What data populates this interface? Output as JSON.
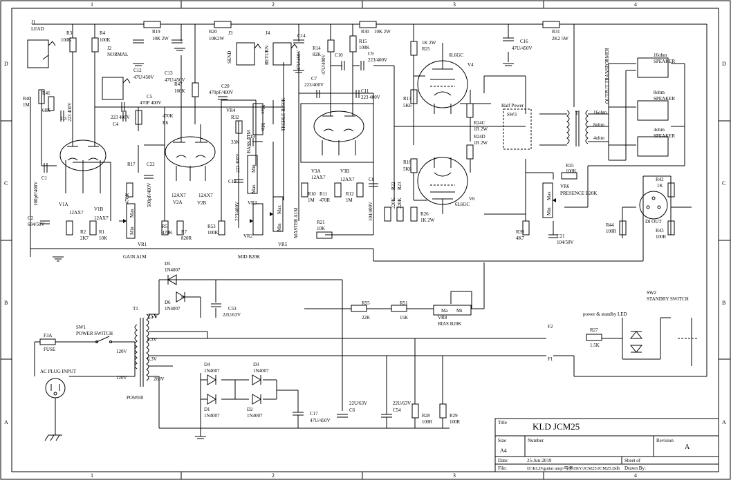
{
  "frame": {
    "columns": [
      "1",
      "2",
      "3",
      "4"
    ],
    "rows": [
      "D",
      "C",
      "B",
      "A"
    ]
  },
  "title_block": {
    "title_label": "Title",
    "title": "KLD JCM25",
    "size_label": "Size",
    "size": "A4",
    "number_label": "Number",
    "revision_label": "Revision",
    "revision": "A",
    "date_label": "Date:",
    "date": "25-Jun-2019",
    "sheet_label": "Sheet   of",
    "file_label": "File:",
    "file": "D:\\KLD\\guitar amp\\弓擦\\DIY\\JCM25\\JCM25.Ddb",
    "drawn_label": "Drawn By:"
  },
  "labels": {
    "j1": "J1",
    "j1b": "LEAD",
    "j2": "J2",
    "j2b": "NORMAL",
    "j3": "J3",
    "j3b": "SEND",
    "j4": "J4",
    "j4b": "RETURN",
    "r3": "R3",
    "r3v": "100K",
    "r4": "R4",
    "r4v": "100K",
    "r19": "R19",
    "r19v": "10K 2W",
    "r20": "R20",
    "r20v": "10K2W",
    "r30": "R30",
    "r30v": "10K 2W",
    "r31": "R31",
    "r31v": "2K2 5W",
    "r40": "R40",
    "r40v": "1M",
    "r41": "R41",
    "r41v": "68K",
    "r14": "R14",
    "r14v": "82K",
    "r15": "R15",
    "r15v": "100K",
    "r25": "R25",
    "r25v": "1K 2W",
    "c12": "C12",
    "c12v": "47U/450V",
    "c13": "C13",
    "c13v": "47U/450V",
    "c14": "C14",
    "c14v": "47U/450V",
    "c16": "C16",
    "c16v": "47U/450V",
    "c3": "C3",
    "c3v": "223 400V",
    "c5": "C5",
    "c5v": "470P 400V",
    "c4": "C4",
    "c4v": "223 400V",
    "r47": "R47",
    "r47v": "100K",
    "c20": "C20",
    "c20v": "470pF/400V",
    "c7": "C7",
    "c7v": "223/400V",
    "c10": "C10",
    "c10v": "47U/400V",
    "c9": "C9",
    "c9v": "223/400V",
    "c11": "C11",
    "c11v": "223 400V",
    "v4": "V4",
    "v4t": "6L6GC",
    "v6": "V6",
    "v6t": "6L6GC",
    "r13": "R13",
    "r13v": "5K6",
    "r16": "R16",
    "r16v": "5K6",
    "r24c": "R24C",
    "r24cv": "1R 2W",
    "r24d": "R24D",
    "r24dv": "1R 2W",
    "r26": "R26",
    "r26v": "1K 2W",
    "half_power": "Half Power",
    "sw3": "SW3",
    "ot": "OUTPUT TRANSFORMER",
    "t": "T",
    "tap16": "16ohm",
    "tap8": "8ohm",
    "tap4": "4ohm",
    "spk16": "16ohm",
    "spk8": "8ohm",
    "spk4": "4ohm",
    "speaker": "SPEAKER",
    "r6": "R6",
    "r6v": "470K",
    "vr4": "VR4",
    "r32": "R32",
    "r32v": "33K",
    "c19": "C19",
    "treble": "TREBLE B250K",
    "bass": "BASS A1M",
    "master": "MASTER A1M",
    "max": "Max",
    "min": "Min",
    "v1a": "V1A",
    "v1b": "V1B",
    "v1t": "12AX7",
    "v2a": "V2A",
    "v2b": "V2B",
    "v2t": "12AX7",
    "v3a": "V3A",
    "v3b": "V3B",
    "v3t": "12AX7",
    "c1": "C1",
    "c1v": "100pF/400V",
    "c2": "C2",
    "c2v": "684/50V",
    "r2": "R2",
    "r2v": "2K7",
    "r1": "R1",
    "r1v": "10K",
    "r17": "R17",
    "r17v": "470K",
    "c22": "C22",
    "c22v": "500pF/400V",
    "vr1": "VR1",
    "gain": "GAIN A1M",
    "r5": "R5",
    "r5v": "470K",
    "r7": "R7",
    "r7v": "820R",
    "r53": "R53",
    "r53v": "100K",
    "c18": "C18",
    "c18v": "223/400V",
    "c17a": "223 400V",
    "vr3": "VR3",
    "vr2": "VR2",
    "vr5": "VR5",
    "mid": "MID B20K",
    "r10": "R10",
    "r10v": "1M",
    "r11": "R11",
    "r11v": "470R",
    "r12": "R12",
    "r12v": "1M",
    "c8": "C8",
    "c8v": "104/400V",
    "r21": "R21",
    "r21v": "10K",
    "r22": "R22",
    "r22v": "220K",
    "r23": "R23",
    "r23v": "220K",
    "r35": "R35",
    "r35v": "100K",
    "vr6": "VR6",
    "presence": "PRESENCE B20K",
    "r42": "R42",
    "r42v": "1K",
    "r44": "R44",
    "r44v": "100R",
    "r43": "R43",
    "r43v": "100R",
    "di_out": "DI OUT",
    "r39": "R39",
    "r39v": "4K7",
    "c21": "C21",
    "c21v": "104/50V",
    "d5": "D5",
    "d5v": "1N4007",
    "d6": "D6",
    "d6v": "1N4007",
    "c53": "C53",
    "c53v": "22U/63V",
    "t1": "T1",
    "v25": "25V",
    "v63a": "6.3V",
    "v63b": "6.3V",
    "v120a": "120V",
    "v120b": "120V",
    "v260": "260V",
    "power": "POWER",
    "r55": "R55",
    "r55v": "22K",
    "r51": "R51",
    "r51v": "15K",
    "vr8": "VR8",
    "bias": "BIAS  B20K",
    "ma": "Ma",
    "mi": "Mi",
    "f3a": "F3A",
    "fuse": "FUSE",
    "sw1": "SW1",
    "power_switch": "POWER SWITCH",
    "ac": "AC PLUG INPUT",
    "d4": "D4",
    "d4v": "1N4007",
    "d3": "D3",
    "d3v": "1N4007",
    "d1": "D1",
    "d1v": "1N4007",
    "d2": "D2",
    "d2v": "1N4007",
    "c17": "C17",
    "c17v": "47U/450V",
    "c6": "C6",
    "c6v": "22U/63V",
    "c54": "C54",
    "c54v": "22U/63V",
    "r28": "R28",
    "r28v": "100R",
    "r29": "R29",
    "r29v": "100R",
    "f2": "F2",
    "f1": "F1",
    "r27": "R27",
    "r27v": "1.5K",
    "led": "power & standby LED",
    "sw2": "SW2",
    "standby": "STANDBY SWITCH",
    "pinF1": "F1",
    "pinF2": "F2"
  }
}
